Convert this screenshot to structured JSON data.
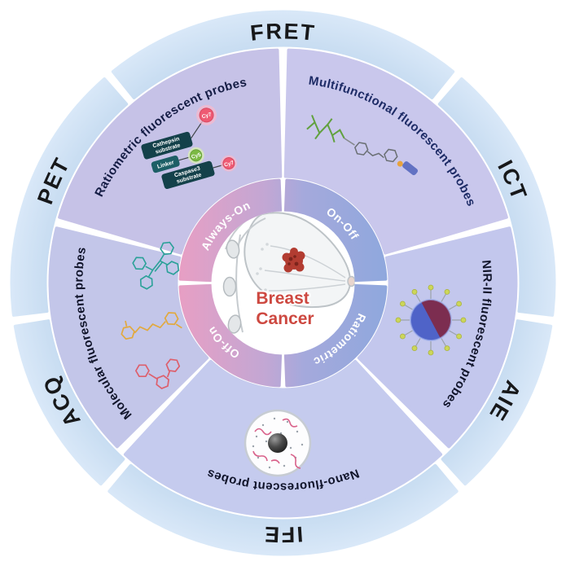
{
  "center": {
    "title": [
      "Breast",
      "Cancer"
    ],
    "title_color": "#cd4840"
  },
  "inner_ring": {
    "pink_color": "#e79fc4",
    "blue_color": "#8fa8dd",
    "label_color": "#ffffff",
    "segments": [
      {
        "label": "Always-On"
      },
      {
        "label": "On-Off"
      },
      {
        "label": "Ratiometric"
      },
      {
        "label": "Off-On"
      }
    ]
  },
  "middle_ring": {
    "segments": [
      {
        "label": "Ratiometric fluorescent probes",
        "label_color": "#141c44",
        "fill": "#c6c2e7"
      },
      {
        "label": "Multifunctional fluorescent probes",
        "label_color": "#1d2b66",
        "fill": "#c9c7ec"
      },
      {
        "label": "NIR-II fluorescent probes",
        "label_color": "#10142a",
        "fill": "#c3c7ed"
      },
      {
        "label": "Nano-fluorescent probes",
        "label_color": "#10142a",
        "fill": "#c5cbee"
      },
      {
        "label": "Molecular fluorescent probes",
        "label_color": "#10142a",
        "fill": "#c3c6e9"
      }
    ]
  },
  "outer_ring": {
    "color": "#c7dcf1",
    "label_color": "#17181a",
    "labels": [
      "FRET",
      "ICT",
      "AIE",
      "IFE",
      "ACQ",
      "PET"
    ]
  },
  "probe_schematic": {
    "cy7_top": "Cy7",
    "cathepsin_substrate": [
      "Cathepsin",
      "substrate"
    ],
    "linker": "Linker",
    "cy5": "Cy5",
    "caspase3_substrate": [
      "Caspase3",
      "substrate"
    ],
    "cy7_bottom": "Cy7"
  }
}
